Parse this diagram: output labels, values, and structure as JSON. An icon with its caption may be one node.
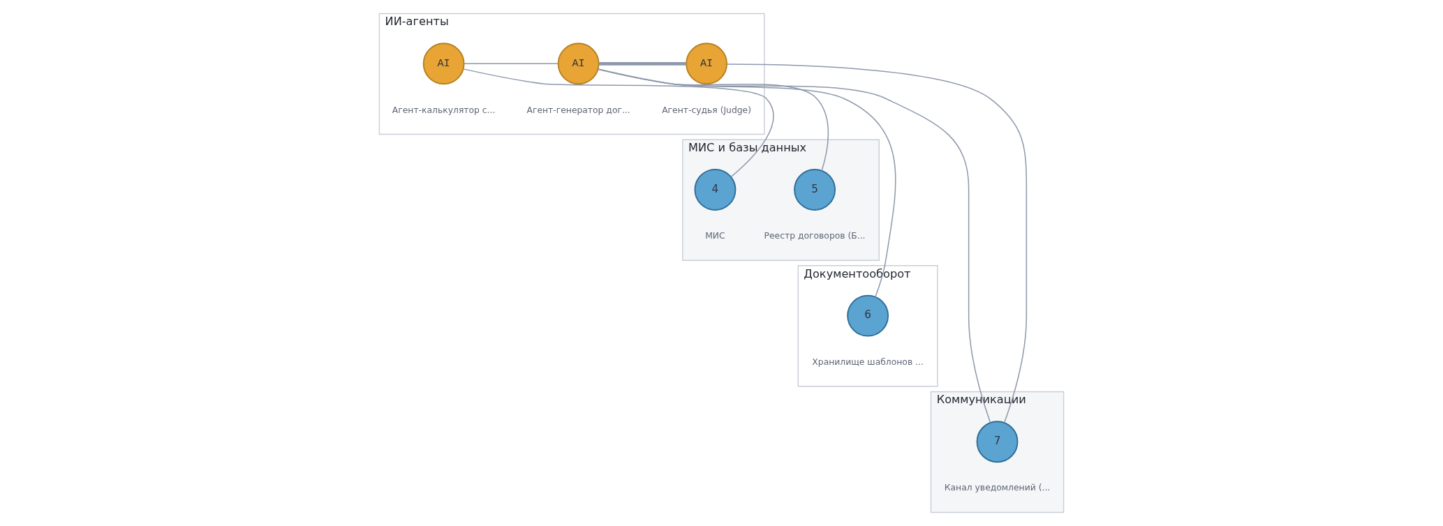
{
  "diagram": {
    "nodes": [
      {
        "text": [
          "ИИ-агенты"
        ]
      },
      {
        "text": [
          "AI"
        ],
        "in": 0,
        "beside": [
          "Агент-калькулятор с..."
        ]
      },
      {
        "text": [
          "AI"
        ],
        "in": 0,
        "beside": [
          "Агент-генератор дог..."
        ]
      },
      {
        "text": [
          "AI"
        ],
        "in": 0,
        "beside": [
          "Агент-судья (Judge)"
        ]
      },
      {
        "text": [
          "МИС и базы данных"
        ]
      },
      {
        "text": [
          "4"
        ],
        "in": 4,
        "beside": [
          "МИС"
        ]
      },
      {
        "text": [
          "5"
        ],
        "in": 4,
        "beside": [
          "Реестр договоров (Б..."
        ]
      },
      {
        "text": [
          "Документооборот"
        ]
      },
      {
        "text": [
          "6"
        ],
        "in": 7,
        "beside": [
          "Хранилище шаблонов ..."
        ]
      },
      {
        "text": [
          "Коммуникации"
        ]
      },
      {
        "text": [
          "7"
        ],
        "in": 9,
        "beside": [
          "Канал уведомлений (..."
        ]
      }
    ],
    "edges": [
      {
        "from": 1,
        "to": 2,
        "arrow": "none"
      },
      {
        "from": 2,
        "to": 3,
        "arrow": "none",
        "style": "thick"
      },
      {
        "from": 1,
        "to": 5,
        "arrow": "none"
      },
      {
        "from": 2,
        "to": 6,
        "arrow": "none"
      },
      {
        "from": 2,
        "to": 8,
        "arrow": "none"
      },
      {
        "from": 2,
        "to": 10,
        "arrow": "none"
      },
      {
        "from": 3,
        "to": 10,
        "arrow": "none"
      }
    ]
  }
}
